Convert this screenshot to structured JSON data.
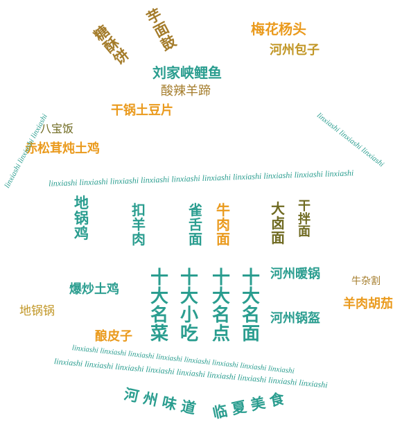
{
  "colors": {
    "background": "#ffffff",
    "teal": "#2a9d8f",
    "orange": "#ea9a1d",
    "gold": "#c19625",
    "olive": "#6f6a21",
    "brown": "#a47c2b"
  },
  "words": {
    "tang_su_bing": "糖酥饼",
    "yu_mian_gu": "芋面鼓",
    "meihua_yangtou": "梅花杨头",
    "hezhou_baozi": "河州包子",
    "liujiaxia_liyu": "刘家峡鲤鱼",
    "suanla_yangti": "酸辣羊蹄",
    "ganguo_tudoupian": "干锅土豆片",
    "babaofan": "八宝饭",
    "chisong_rong_dun_tuji": "赤松茸炖土鸡",
    "diguoji": "地锅鸡",
    "kou_yangrou": "扣羊肉",
    "queshe_mian": "雀舌面",
    "niurou_mian": "牛肉面",
    "dalu_mian": "大卤面",
    "ganban_mian": "干拌面",
    "hezhou_nuanguo": "河州暖锅",
    "niu_zage": "牛杂割",
    "baochao_tuji": "爆炒土鸡",
    "diguoguo": "地锅锅",
    "hezhou_guokui": "河州锅盔",
    "yangrou_hujia": "羊肉胡茄",
    "niangpizi": "酿皮子",
    "shida_mingcai": "十大名菜",
    "shida_xiaochi": "十大小吃",
    "shida_mingdian": "十大名点",
    "shida_mingmian": "十大名面",
    "hezhou_weidao": "河州味道",
    "linxia_meishi": "临夏美食"
  },
  "ring_text": {
    "word": "linxiashi",
    "arc_left": "linxiashi linxiashi linxiashi",
    "arc_right": "linxiashi linxiashi linxiashi",
    "band_top": "linxiashi linxiashi linxiashi linxiashi linxiashi linxiashi linxiashi linxiashi linxiashi linxiashi",
    "band_bowl_upper": "linxiashi linxiashi linxiashi linxiashi linxiashi linxiashi linxiashi linxiashi",
    "band_bowl_lower": "linxiashi linxiashi linxiashi linxiashi linxiashi linxiashi linxiashi linxiashi linxiashi"
  }
}
